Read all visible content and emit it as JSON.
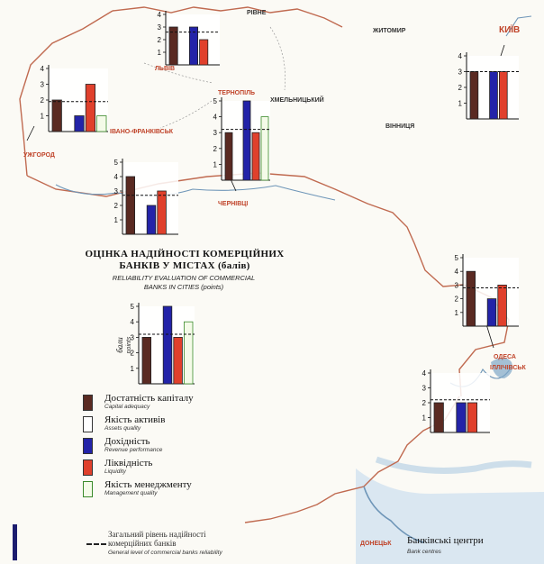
{
  "title": {
    "ua_line1": "ОЦІНКА НАДІЙНОСТІ КОМЕРЦІЙНИХ",
    "ua_line2": "БАНКІВ У МІСТАХ (балів)",
    "en_line1": "RELIABILITY EVALUATION OF COMMERCIAL",
    "en_line2": "BANKS IN CITIES (points)"
  },
  "cities": {
    "rivne": "РІВНЕ",
    "zhytomyr": "ЖИТОМИР",
    "kyiv": "КИЇВ",
    "lviv": "ЛЬВІВ",
    "ternopil": "ТЕРНОПІЛЬ",
    "khmelnytskyi": "ХМЕЛЬНИЦЬКИЙ",
    "uzhhorod": "УЖГОРОД",
    "ivano_frankivsk": "ІВАНО-ФРАНКІВСЬК",
    "vinnytsia": "ВІННИЦЯ",
    "chernivtsi": "ЧЕРНІВЦІ",
    "odesa": "ОДЕСА",
    "illichivsk": "ІЛЛІЧІВСЬК",
    "donetsk_example": "ДОНЕЦЬК"
  },
  "legend": {
    "capital": {
      "ua": "Достатність капіталу",
      "en": "Capital adequacy"
    },
    "assets": {
      "ua": "Якість активів",
      "en": "Assets quality"
    },
    "revenue": {
      "ua": "Дохідність",
      "en": "Revenue performance"
    },
    "liquidity": {
      "ua": "Ліквідність",
      "en": "Liquidity"
    },
    "management": {
      "ua": "Якість менеджменту",
      "en": "Management quality"
    },
    "general_ua1": "Загальний рівень надійності",
    "general_ua2": "комерційних банків",
    "general_en": "General level of commercial banks reliability",
    "bank_centres_ua": "Банківські центри",
    "bank_centres_en": "Bank centres"
  },
  "colors": {
    "capital": "#5a2a22",
    "assets": "#ffffff",
    "revenue": "#2323a8",
    "liquidity": "#e0402c",
    "management": "#f4fbe8",
    "management_border": "#3a8a2a",
    "border": "#c06a50",
    "river": "#6f96b8",
    "sea": "#cfe0ef",
    "bank_city": "#c0442a"
  },
  "chart_data": [
    {
      "type": "bar",
      "id": "legend-example",
      "ylabel_ua": "бали",
      "ylabel_en": "points",
      "categories": [
        "Capital adequacy",
        "Assets quality",
        "Revenue performance",
        "Liquidity",
        "Management quality"
      ],
      "values": [
        3,
        0,
        5,
        3,
        4
      ],
      "general_level": 3.2,
      "ylim": [
        0,
        5
      ],
      "ticks": [
        "1",
        "2",
        "3",
        "4",
        "5"
      ]
    },
    {
      "type": "bar",
      "id": "lviv",
      "categories": [
        "Capital adequacy",
        "Assets quality",
        "Revenue performance",
        "Liquidity",
        "Management quality"
      ],
      "values": [
        3,
        0,
        3,
        2,
        0
      ],
      "general_level": 2.6,
      "ylim": [
        0,
        4
      ],
      "ticks": [
        "1",
        "2",
        "3",
        "4"
      ]
    },
    {
      "type": "bar",
      "id": "uzhhorod",
      "categories": [
        "Capital adequacy",
        "Assets quality",
        "Revenue performance",
        "Liquidity",
        "Management quality"
      ],
      "values": [
        2,
        0,
        1,
        3,
        1
      ],
      "general_level": 1.9,
      "ylim": [
        0,
        4
      ],
      "ticks": [
        "1",
        "2",
        "3",
        "4"
      ]
    },
    {
      "type": "bar",
      "id": "ternopil",
      "categories": [
        "Capital adequacy",
        "Assets quality",
        "Revenue performance",
        "Liquidity",
        "Management quality"
      ],
      "values": [
        3,
        0,
        5,
        3,
        4
      ],
      "general_level": 3.2,
      "ylim": [
        0,
        5
      ],
      "ticks": [
        "1",
        "2",
        "3",
        "4",
        "5"
      ]
    },
    {
      "type": "bar",
      "id": "chernivtsi",
      "categories": [
        "Capital adequacy",
        "Assets quality",
        "Revenue performance",
        "Liquidity",
        "Management quality"
      ],
      "values": [
        4,
        0,
        2,
        3,
        0
      ],
      "general_level": 2.7,
      "ylim": [
        0,
        5
      ],
      "ticks": [
        "1",
        "2",
        "3",
        "4",
        "5"
      ]
    },
    {
      "type": "bar",
      "id": "kyiv",
      "categories": [
        "Capital adequacy",
        "Assets quality",
        "Revenue performance",
        "Liquidity",
        "Management quality"
      ],
      "values": [
        3,
        0,
        3,
        3,
        0
      ],
      "general_level": 3,
      "ylim": [
        0,
        4
      ],
      "ticks": [
        "1",
        "2",
        "3",
        "4"
      ]
    },
    {
      "type": "bar",
      "id": "donetsk-region",
      "categories": [
        "Capital adequacy",
        "Assets quality",
        "Revenue performance",
        "Liquidity",
        "Management quality"
      ],
      "values": [
        4,
        0,
        2,
        3,
        0
      ],
      "general_level": 2.8,
      "ylim": [
        0,
        5
      ],
      "ticks": [
        "1",
        "2",
        "3",
        "4",
        "5"
      ]
    },
    {
      "type": "bar",
      "id": "odesa",
      "categories": [
        "Capital adequacy",
        "Assets quality",
        "Revenue performance",
        "Liquidity",
        "Management quality"
      ],
      "values": [
        2,
        0,
        2,
        2,
        0
      ],
      "general_level": 2.2,
      "ylim": [
        0,
        4
      ],
      "ticks": [
        "1",
        "2",
        "3",
        "4"
      ]
    }
  ]
}
